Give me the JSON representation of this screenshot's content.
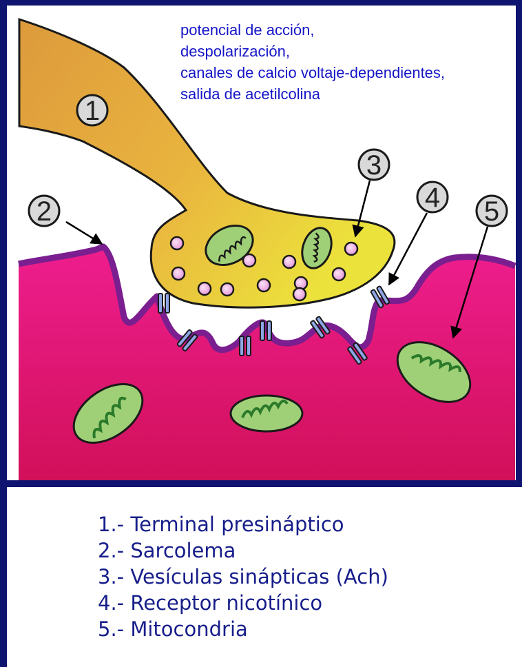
{
  "caption": {
    "lines": [
      "potencial de acción,",
      "despolarización,",
      "canales de calcio voltaje-dependientes,",
      "salida de acetilcolina"
    ]
  },
  "markers": [
    "1",
    "2",
    "3",
    "4",
    "5"
  ],
  "legend": {
    "items": [
      "1.- Terminal presináptico",
      "2.- Sarcolema",
      "3.- Vesículas sinápticas (Ach)",
      "4.- Receptor nicotínico",
      "5.- Mitocondria"
    ]
  },
  "colors": {
    "frame": "#0f1470",
    "caption_text": "#1515c8",
    "legend_text": "#171e8a",
    "muscle": "#e0156f",
    "sarcolemma": "#7a1e90",
    "terminal": "#e0a53a",
    "mitochondria": "#9fd077",
    "vesicle": "#f4b6ea",
    "receptor": "#8fa6e6"
  }
}
